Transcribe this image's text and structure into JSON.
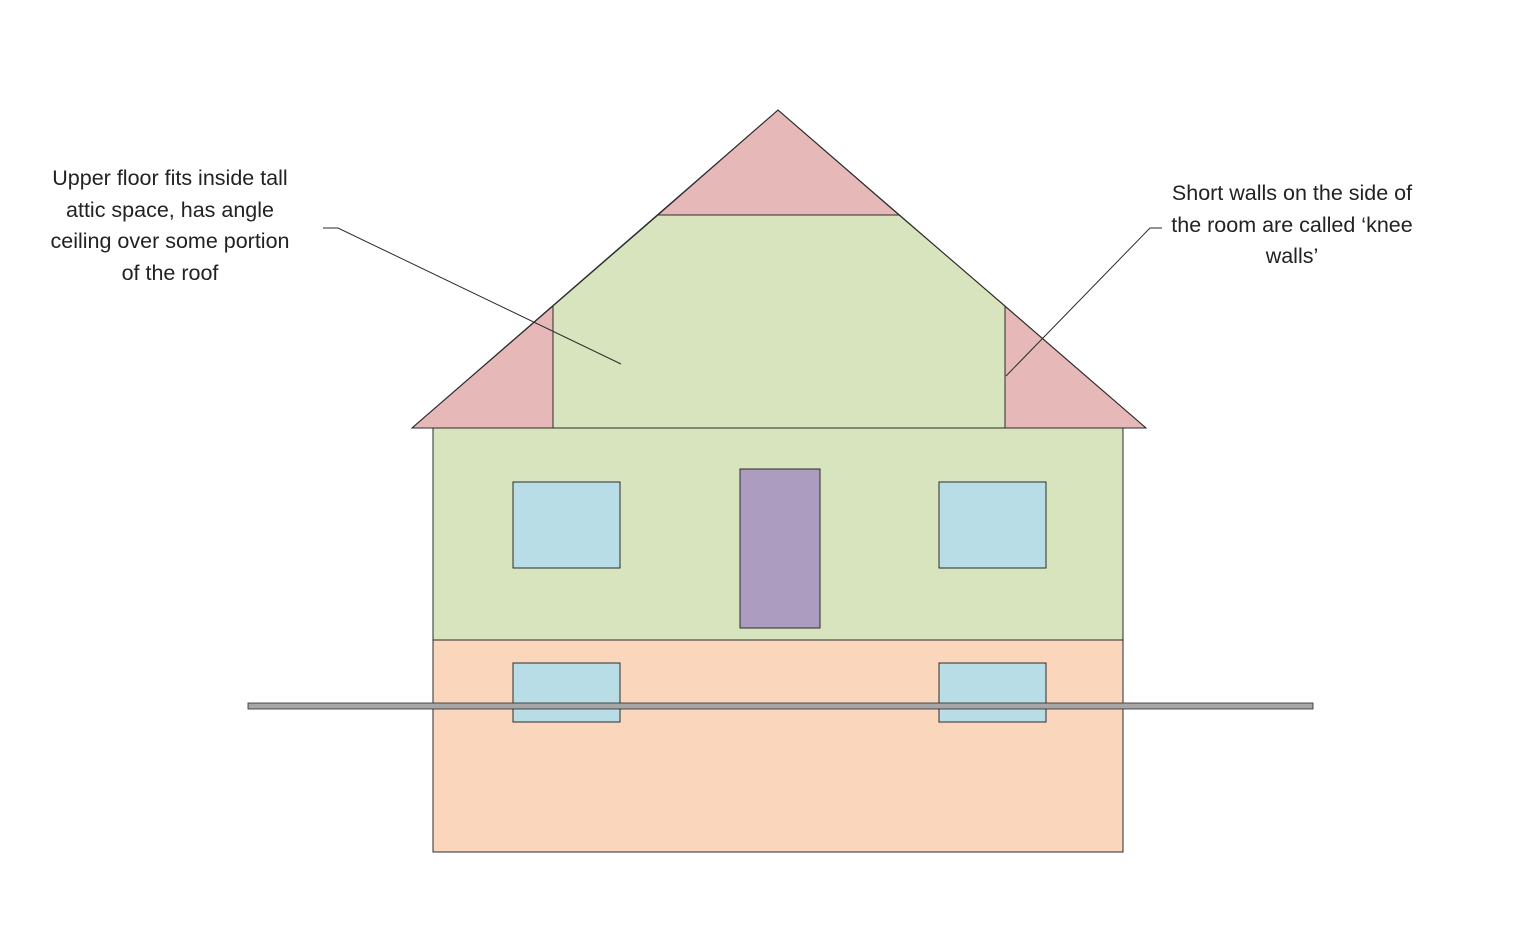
{
  "callouts": {
    "upper_floor": {
      "lines": [
        "Upper floor fits inside tall",
        "attic space, has angle",
        "ceiling over some portion",
        "of the roof"
      ]
    },
    "knee_walls": {
      "lines": [
        "Short walls on the side of",
        "the room are called ‘knee",
        "walls’"
      ]
    }
  },
  "colors": {
    "attic_void": "#e6b8b7",
    "living_space": "#d7e4bd",
    "basement": "#fad7bc",
    "window": "#b8dde6",
    "door": "#ab9cc0",
    "grade_line": "#a6a6a6",
    "outline": "#2b2b2b"
  }
}
